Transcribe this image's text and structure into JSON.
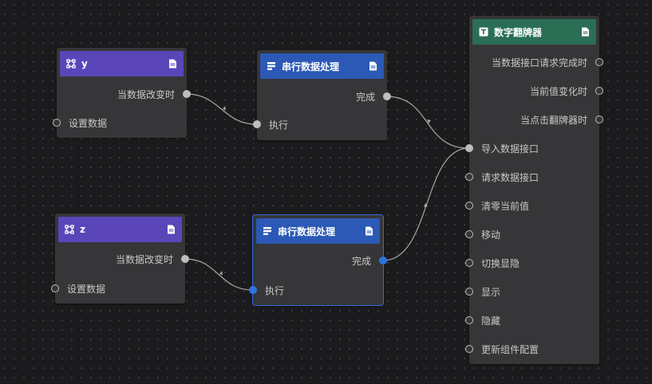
{
  "nodes": {
    "var_y": {
      "title": "y",
      "output_label": "当数据改变时",
      "input_label": "设置数据"
    },
    "serial_1": {
      "title": "串行数据处理",
      "output_label": "完成",
      "input_label": "执行"
    },
    "var_z": {
      "title": "z",
      "output_label": "当数据改变时",
      "input_label": "设置数据"
    },
    "serial_2": {
      "title": "串行数据处理",
      "output_label": "完成",
      "input_label": "执行"
    },
    "flip": {
      "title": "数字翻牌器",
      "events": [
        "当数据接口请求完成时",
        "当前值变化时",
        "当点击翻牌器时"
      ],
      "actions": [
        "导入数据接口",
        "请求数据接口",
        "清零当前值",
        "移动",
        "切换显隐",
        "显示",
        "隐藏",
        "更新组件配置"
      ]
    }
  },
  "colors": {
    "variable_header": "#5a46b8",
    "process_header": "#2b59b5",
    "component_header": "#2a6e55",
    "selected": "#2f6bd8",
    "wire": "#a8a8a8"
  },
  "icons": {
    "variable": "variable-icon",
    "process": "process-icon",
    "component": "text-component-icon",
    "doc": "doc-icon"
  }
}
